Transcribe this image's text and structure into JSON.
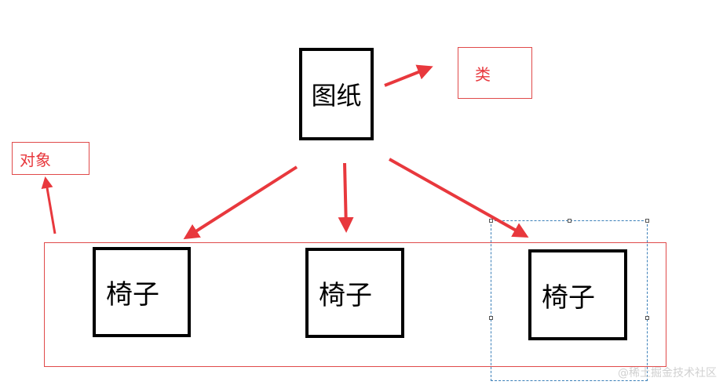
{
  "class_node": {
    "label": "图纸"
  },
  "class_tag": {
    "label": "类"
  },
  "object_tag": {
    "label": "对象"
  },
  "objects": [
    {
      "label": "椅子"
    },
    {
      "label": "椅子"
    },
    {
      "label": "椅子"
    }
  ],
  "watermark": "@稀土掘金技术社区",
  "colors": {
    "arrow": "#e8383d",
    "border_red": "#e04a4a",
    "selection": "#3a7fb8",
    "box": "#000000"
  }
}
